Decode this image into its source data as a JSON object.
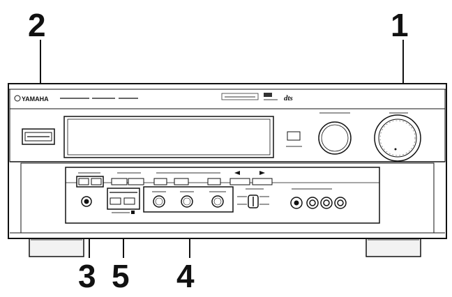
{
  "callouts": {
    "one": "1",
    "two": "2",
    "three": "3",
    "four": "4",
    "five": "5"
  },
  "panel": {
    "brand": "YAMAHA",
    "dts": "dts"
  },
  "colors": {
    "line": "#111111",
    "panel_fill": "#ffffff",
    "foot_fill": "#f2f2f2"
  },
  "icons": {
    "yamaha_logo": "tuning-fork-logo-icon",
    "speaker_arrow_left": "arrow-left-icon",
    "speaker_arrow_right": "arrow-right-icon"
  }
}
